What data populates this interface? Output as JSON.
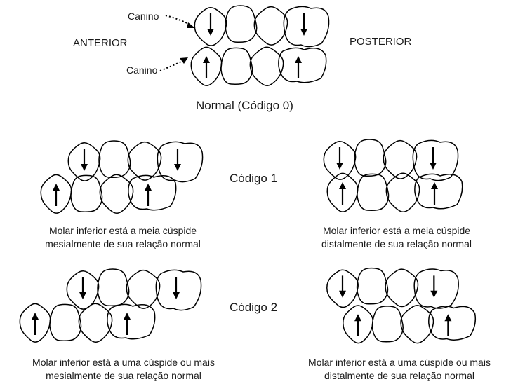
{
  "top": {
    "canine_upper": "Canino",
    "canine_lower": "Canino",
    "anterior": "ANTERIOR",
    "posterior": "POSTERIOR",
    "caption": "Normal (Código 0)"
  },
  "code1": {
    "label": "Código 1",
    "left_caption": [
      "Molar inferior está a meia cúspide",
      "mesialmente de sua relação normal"
    ],
    "right_caption": [
      "Molar inferior está a meia cúspide",
      "distalmente de sua relação normal"
    ]
  },
  "code2": {
    "label": "Código 2",
    "left_caption": [
      "Molar inferior está a uma cúspide ou mais",
      "mesialmente de sua relação normal"
    ],
    "right_caption": [
      "Molar inferior está a uma cúspide ou mais",
      "distalmente de sua relação normal"
    ]
  },
  "diagram_data": {
    "panels": [
      {
        "code": 0,
        "relation": "normal"
      },
      {
        "code": 1,
        "relation": "mesial",
        "offset_cusps": 0.5
      },
      {
        "code": 1,
        "relation": "distal",
        "offset_cusps": 0.5
      },
      {
        "code": 2,
        "relation": "mesial",
        "offset_cusps": 1
      },
      {
        "code": 2,
        "relation": "distal",
        "offset_cusps": 1
      }
    ]
  }
}
